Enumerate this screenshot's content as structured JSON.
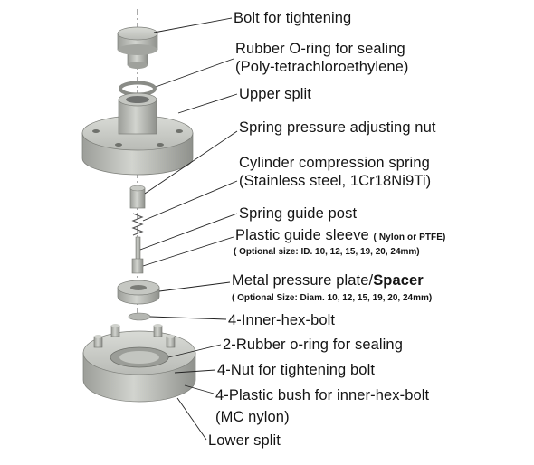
{
  "diagram": {
    "labels": {
      "bolt": "Bolt for tightening",
      "oring_1": "Rubber O-ring for sealing",
      "oring_2": "(Poly-tetrachloroethylene)",
      "upper_split": "Upper split",
      "spring_nut": "Spring pressure adjusting nut",
      "spring_1": "Cylinder compression spring",
      "spring_2": "(Stainless steel, 1Cr18Ni9Ti)",
      "guide_post": "Spring guide post",
      "guide_sleeve": "Plastic guide sleeve",
      "guide_sleeve_note": "( Nylon or PTFE)",
      "guide_sleeve_size": "(  Optional size: ID. 10, 12, 15, 19, 20, 24mm)",
      "plate": "Metal pressure plate/",
      "plate_bold": "Spacer",
      "plate_size": "( Optional Size: Diam. 10, 12, 15, 19, 20, 24mm)",
      "inner_hex_bolt": "4-Inner-hex-bolt",
      "oring_lower": "2-Rubber o-ring for sealing",
      "nut": "4-Nut for tightening bolt",
      "bush_1": "4-Plastic bush for inner-hex-bolt",
      "bush_2": "(MC nylon)",
      "lower_split": "Lower split"
    },
    "colors": {
      "metal_light": "#c9cbc6",
      "metal_mid": "#a9aba6",
      "metal_dark": "#868883",
      "leader": "#222222",
      "text": "#141414"
    }
  }
}
